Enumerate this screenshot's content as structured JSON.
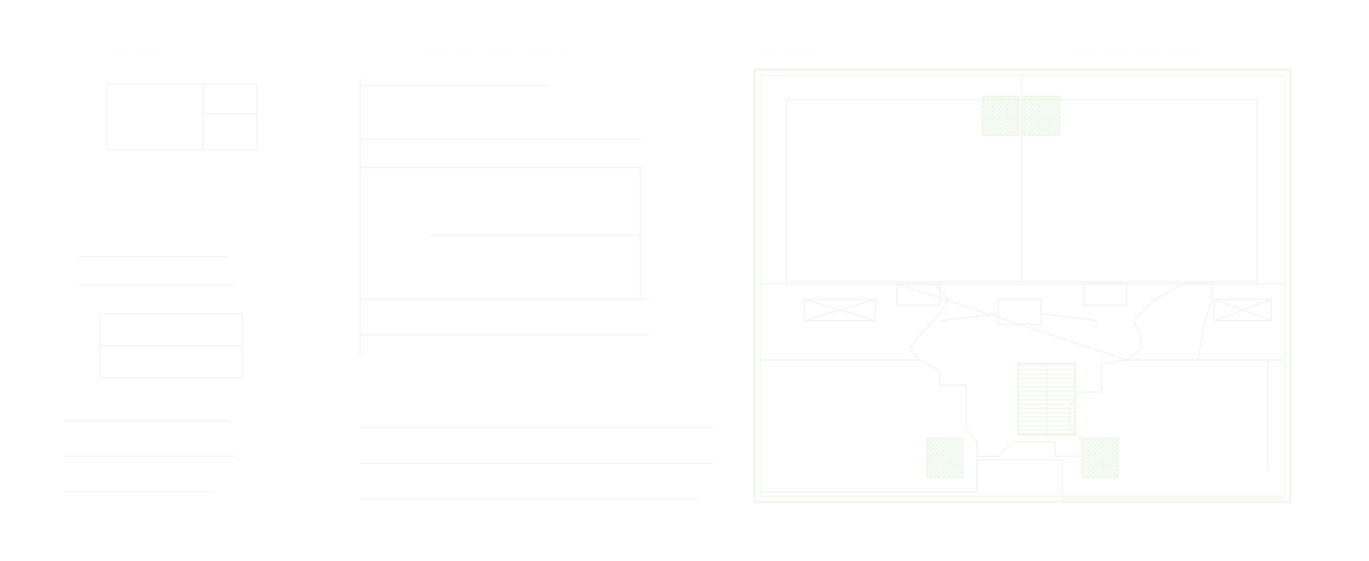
{
  "headings": [
    {
      "id": "h1",
      "text": "· · · · · ·"
    },
    {
      "id": "h2",
      "text": "· · · · · · · · · · · · · · · · · ·"
    },
    {
      "id": "h3",
      "text": "· · · · · · ·"
    },
    {
      "id": "h4",
      "text": "· · · · · · · · · · · · · · · · ·"
    }
  ],
  "colors": {
    "background": "#ffffff",
    "line_faint": "#f2f3f1",
    "line_green": "#eef9e8",
    "hatch_green": "#e3f5d9"
  },
  "icons": [
    "hatch-block-icon",
    "cross-box-icon",
    "stair-icon"
  ]
}
